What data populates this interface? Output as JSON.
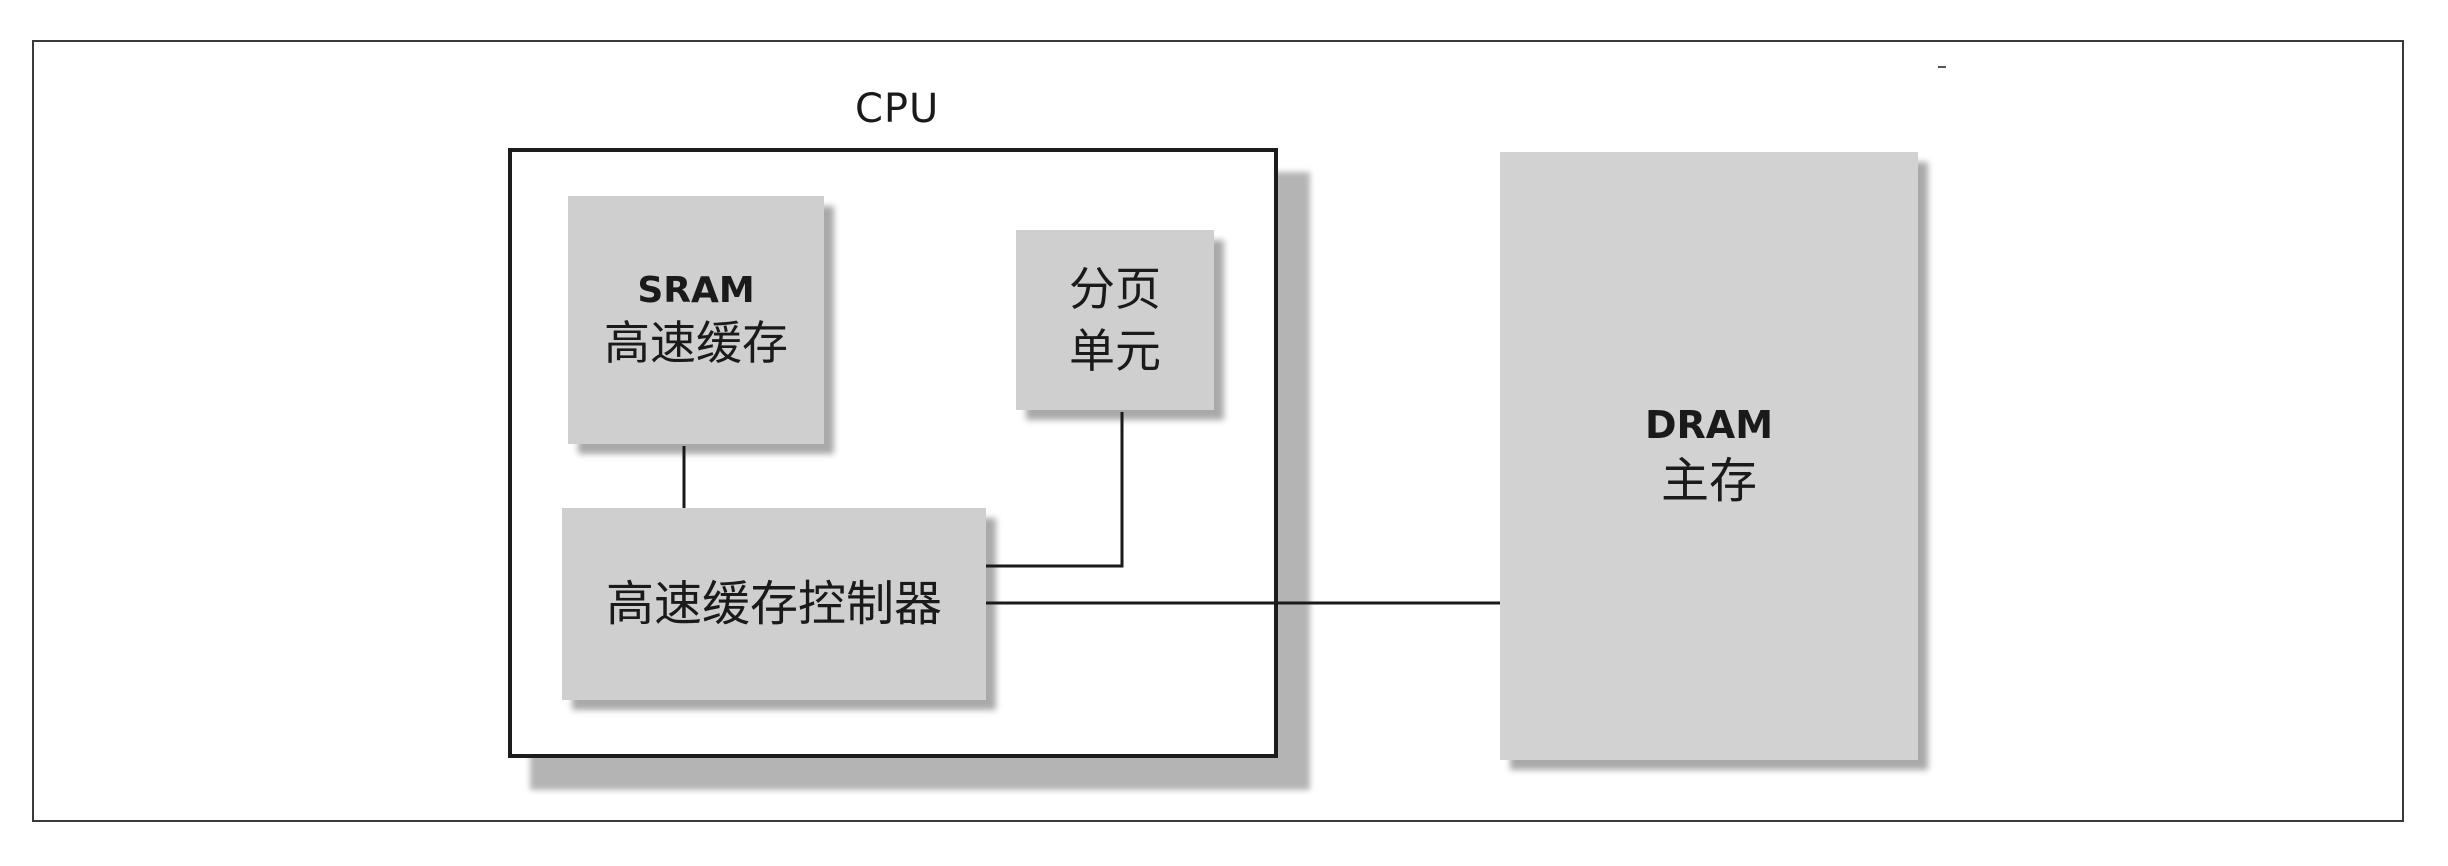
{
  "diagram": {
    "cpu": {
      "label": "CPU"
    },
    "sram": {
      "title": "SRAM",
      "subtitle": "高速缓存"
    },
    "paging_unit": {
      "line1": "分页",
      "line2": "单元"
    },
    "cache_controller": {
      "label": "高速缓存控制器"
    },
    "dram": {
      "title": "DRAM",
      "subtitle": "主存"
    },
    "connections": [
      {
        "from": "sram",
        "to": "cache_controller"
      },
      {
        "from": "cache_controller",
        "to": "paging_unit"
      },
      {
        "from": "cache_controller",
        "to": "dram"
      }
    ]
  }
}
